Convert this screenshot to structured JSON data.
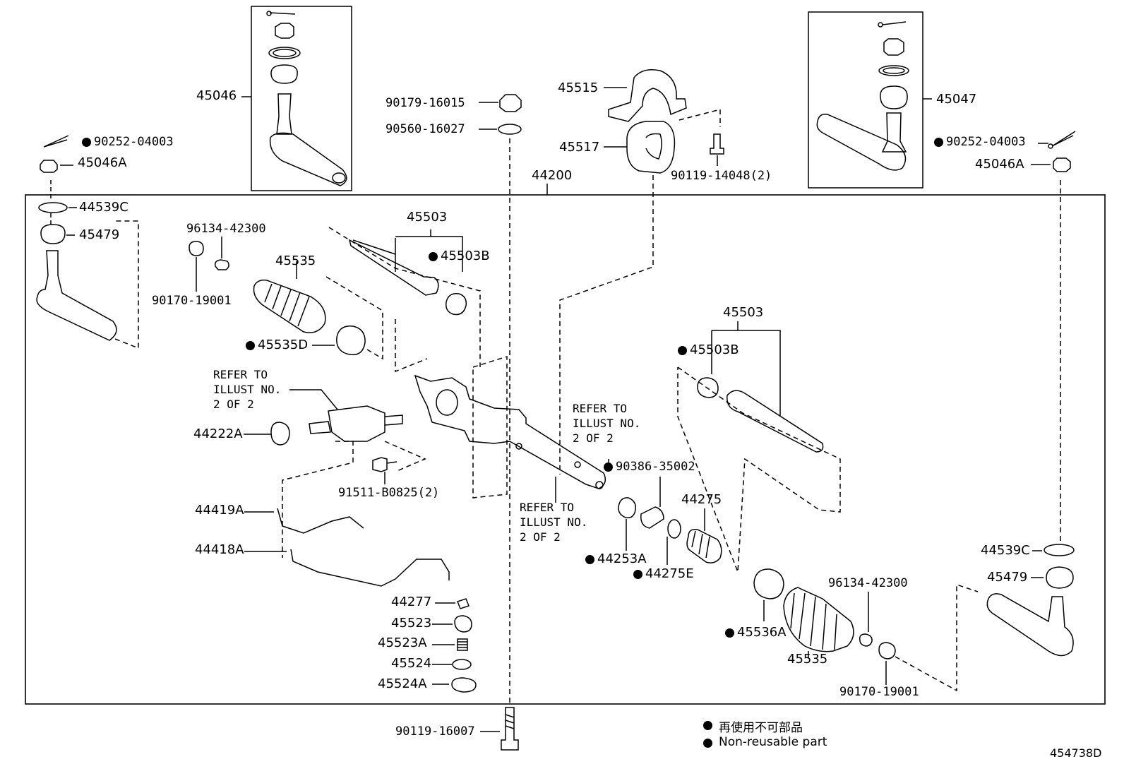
{
  "labels": {
    "l45046": "45046",
    "l90252_left": "90252-04003",
    "l45046A_left": "45046A",
    "l44539C_left": "44539C",
    "l45479_left": "45479",
    "l96134_left": "96134-42300",
    "l90170_left": "90170-19001",
    "l45535_left": "45535",
    "l45535D": "45535D",
    "l45503_top": "45503",
    "l45503B_top": "45503B",
    "l90179": "90179-16015",
    "l90560": "90560-16027",
    "l44200": "44200",
    "l45515": "45515",
    "l45517": "45517",
    "l90119_14048": "90119-14048(2)",
    "l45047": "45047",
    "l90252_right": "90252-04003",
    "l45046A_right": "45046A",
    "l44222A": "44222A",
    "l91511": "91511-B0825(2)",
    "l44419A": "44419A",
    "l44418A": "44418A",
    "l44277": "44277",
    "l45523": "45523",
    "l45523A": "45523A",
    "l45524": "45524",
    "l45524A": "45524A",
    "l90119_16007": "90119-16007",
    "l90386": "90386-35002",
    "l44275": "44275",
    "l44253A": "44253A",
    "l44275E": "44275E",
    "l45503_right": "45503",
    "l45503B_right": "45503B",
    "l45536A": "45536A",
    "l45535_right": "45535",
    "l96134_right": "96134-42300",
    "l90170_right": "90170-19001",
    "l44539C_right": "44539C",
    "l45479_right": "45479"
  },
  "notes": {
    "refer_1": "REFER TO\nILLUST NO.\n2 OF 2",
    "refer_2": "REFER TO\nILLUST NO.\n2 OF 2",
    "refer_3": "REFER TO\nILLUST NO.\n2 OF 2"
  },
  "legend": {
    "japanese": "再使用不可部品",
    "english": "Non-reusable part"
  },
  "diagram_id": "454738D"
}
